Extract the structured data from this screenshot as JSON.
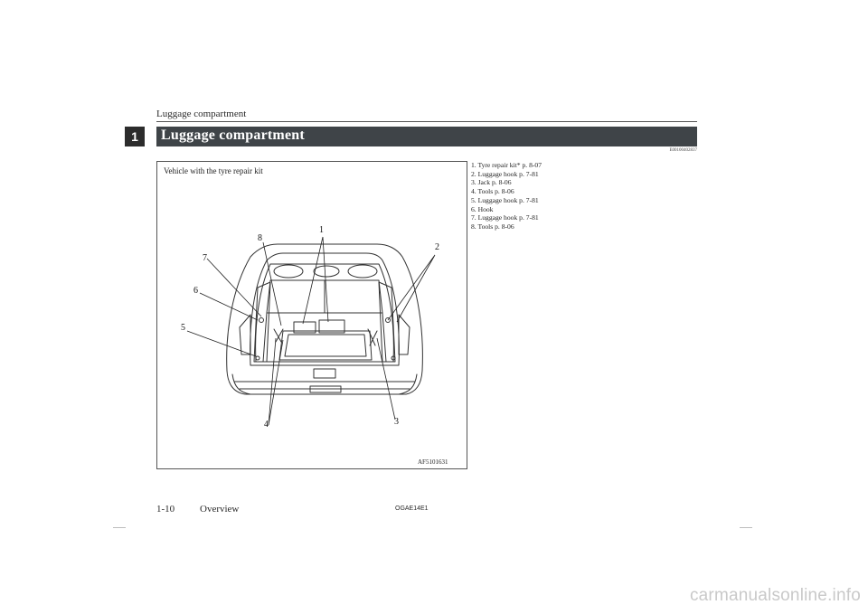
{
  "header": {
    "running_head": "Luggage compartment",
    "chapter_number": "1"
  },
  "section": {
    "title": "Luggage compartment",
    "reference_code": "E00100402837"
  },
  "figure": {
    "caption": "Vehicle with the tyre repair kit",
    "figure_code": "AF5101631",
    "callouts": [
      "1",
      "2",
      "3",
      "4",
      "5",
      "6",
      "7",
      "8"
    ]
  },
  "items": [
    "1. Tyre repair kit* p. 8-07",
    "2. Luggage hook p. 7-81",
    "3. Jack p. 8-06",
    "4. Tools p. 8-06",
    "5. Luggage hook p. 7-81",
    "6. Hook",
    "7. Luggage hook p. 7-81",
    "8. Tools p. 8-06"
  ],
  "footer": {
    "page_number": "1-10",
    "section_name": "Overview",
    "document_code": "OGAE14E1"
  },
  "watermark": "carmanualsonline.info"
}
